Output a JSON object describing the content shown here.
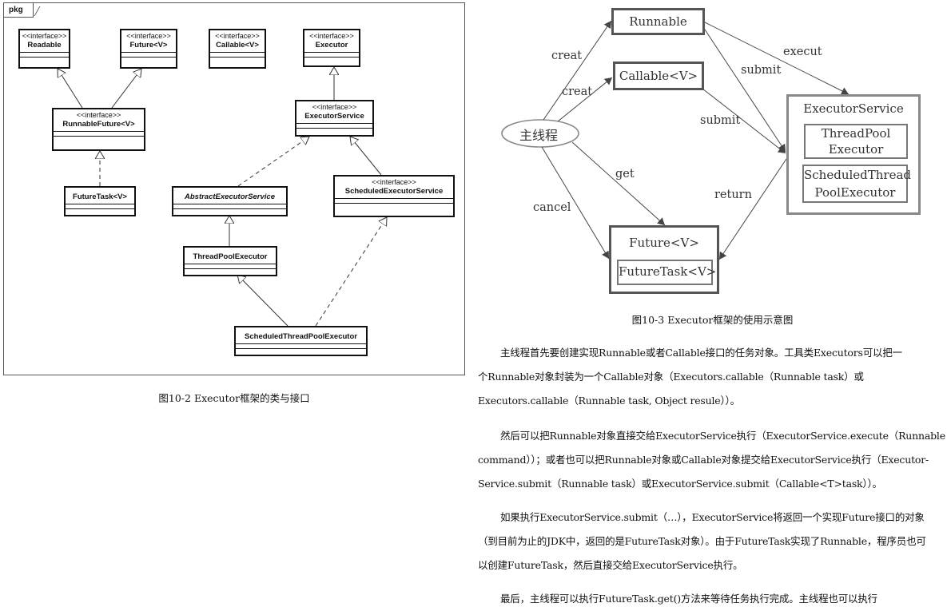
{
  "uml": {
    "tab": "pkg",
    "readable": {
      "stereo": "<<interface>>",
      "name": "Readable"
    },
    "future": {
      "stereo": "<<interface>>",
      "name": "Future<V>"
    },
    "callable": {
      "stereo": "<<interface>>",
      "name": "Callable<V>"
    },
    "executor": {
      "stereo": "<<interface>>",
      "name": "Executor"
    },
    "runnable_future": {
      "stereo": "<<interface>>",
      "name": "RunnableFuture<V>"
    },
    "executor_service": {
      "stereo": "<<interface>>",
      "name": "ExecutorService"
    },
    "future_task": {
      "name": "FutureTask<V>"
    },
    "abstract_executor_service": {
      "name": "AbstractExecutorService"
    },
    "scheduled_executor_service": {
      "stereo": "<<interface>>",
      "name": "ScheduledExecutorService"
    },
    "thread_pool_executor": {
      "name": "ThreadPoolExecutor"
    },
    "scheduled_thread_pool_executor": {
      "name": "ScheduledThreadPoolExecutor"
    }
  },
  "fig2_caption": "图10-2  Executor框架的类与接口",
  "diagram": {
    "runnable": "Runnable",
    "callable": "Callable<V>",
    "main_thread": "主线程",
    "executor_service": "ExecutorService",
    "thread_pool_executor_line1": "ThreadPool",
    "thread_pool_executor_line2": "Executor",
    "scheduled_line1": "ScheduledThread",
    "scheduled_line2": "PoolExecutor",
    "future": "Future<V>",
    "future_task": "FutureTask<V>",
    "label_creat_1": "creat",
    "label_creat_2": "creat",
    "label_get": "get",
    "label_cancel": "cancel",
    "label_execut": "execut",
    "label_submit_1": "submit",
    "label_submit_2": "submit",
    "label_return": "return"
  },
  "fig3_caption": "图10-3  Executor框架的使用示意图",
  "paragraphs": [
    [
      "主线程首先要创建实现Runnable或者Callable接口的任务对象。工具类Executors可以把一",
      "个Runnable对象封装为一个Callable对象（Executors.callable（Runnable task）或",
      "Executors.callable（Runnable task, Object resule））。"
    ],
    [
      "然后可以把Runnable对象直接交给ExecutorService执行（ExecutorService.execute（Runnable",
      "command））；或者也可以把Runnable对象或Callable对象提交给ExecutorService执行（Executor-",
      "Service.submit（Runnable task）或ExecutorService.submit（Callable<T>task））。"
    ],
    [
      "如果执行ExecutorService.submit（…），ExecutorService将返回一个实现Future接口的对象",
      "（到目前为止的JDK中，返回的是FutureTask对象）。由于FutureTask实现了Runnable，程序员也可",
      "以创建FutureTask，然后直接交给ExecutorService执行。"
    ],
    [
      "最后，主线程可以执行FutureTask.get()方法来等待任务执行完成。主线程也可以执行"
    ]
  ]
}
